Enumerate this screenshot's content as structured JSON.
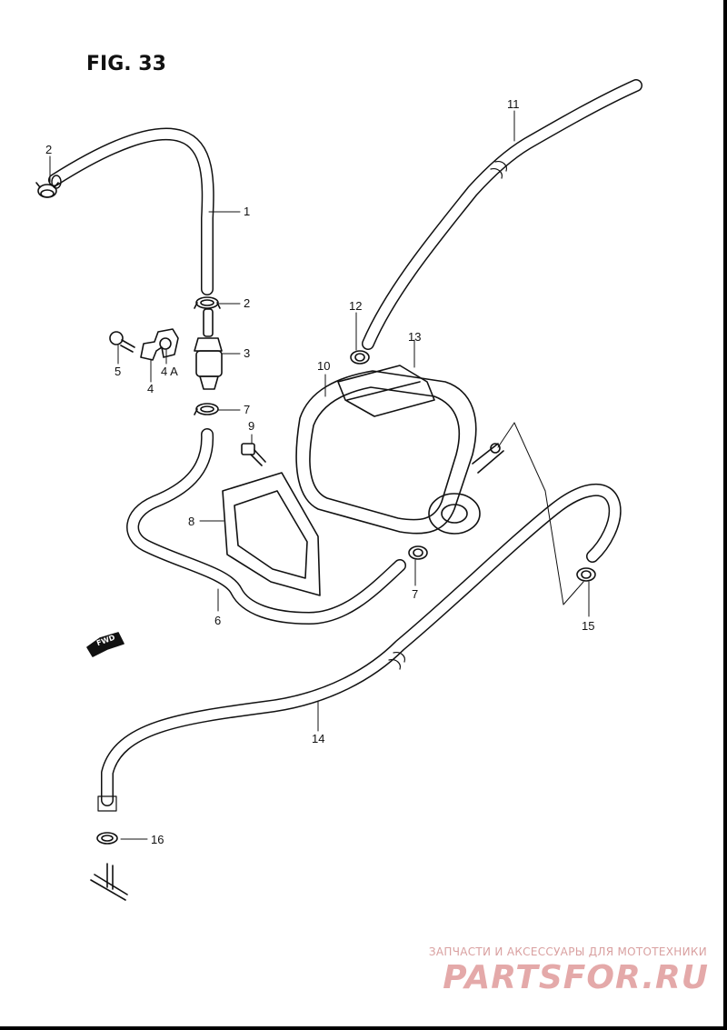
{
  "figure": {
    "title": "FIG. 33"
  },
  "callouts": {
    "c1": "1",
    "c2a": "2",
    "c2b": "2",
    "c3": "3",
    "c4": "4",
    "c4a": "4 A",
    "c5": "5",
    "c6": "6",
    "c7a": "7",
    "c7b": "7",
    "c8": "8",
    "c9": "9",
    "c10": "10",
    "c11": "11",
    "c12": "12",
    "c13": "13",
    "c14": "14",
    "c15": "15",
    "c16": "16"
  },
  "fwd_label": "FWD",
  "watermark": {
    "tagline": "ЗАПЧАСТИ И АКСЕССУАРЫ ДЛЯ МОТОТЕХНИКИ",
    "logo": "PARTSFOR.RU"
  }
}
